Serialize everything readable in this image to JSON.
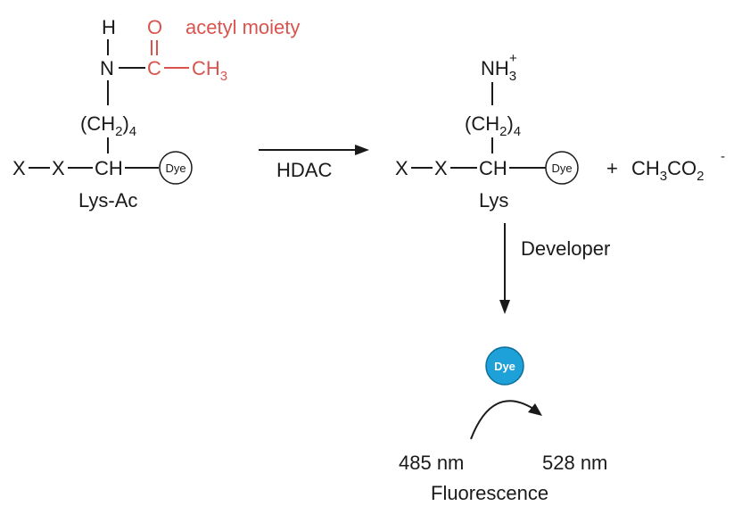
{
  "substrate": {
    "h_atom": "H",
    "n_atom": "N",
    "o_atom": "O",
    "c_atom": "C",
    "ch3": "CH",
    "ch3_sub": "3",
    "acetyl_label": "acetyl moiety",
    "ch2_open": "(CH",
    "ch2_sub": "2",
    "ch2_close": ")",
    "ch2_count": "4",
    "x1": "X",
    "x2": "X",
    "ch": "CH",
    "dye": "Dye",
    "name": "Lys-Ac"
  },
  "reaction": {
    "enzyme": "HDAC"
  },
  "product": {
    "nh3": "NH",
    "nh3_sub": "3",
    "nh3_charge": "+",
    "ch2_open": "(CH",
    "ch2_sub": "2",
    "ch2_close": ")",
    "ch2_count": "4",
    "x1": "X",
    "x2": "X",
    "ch": "CH",
    "dye": "Dye",
    "name": "Lys",
    "plus": "+",
    "acetate": "CH",
    "acetate_sub1": "3",
    "acetate_co": "CO",
    "acetate_sub2": "2",
    "acetate_charge": "-"
  },
  "development": {
    "reagent": "Developer",
    "dye": "Dye",
    "dye_color": "#1ea0d8",
    "excitation": "485 nm",
    "emission": "528  nm",
    "label": "Fluorescence"
  },
  "colors": {
    "acetyl": "#d9534f",
    "ink": "#1a1a1a"
  }
}
